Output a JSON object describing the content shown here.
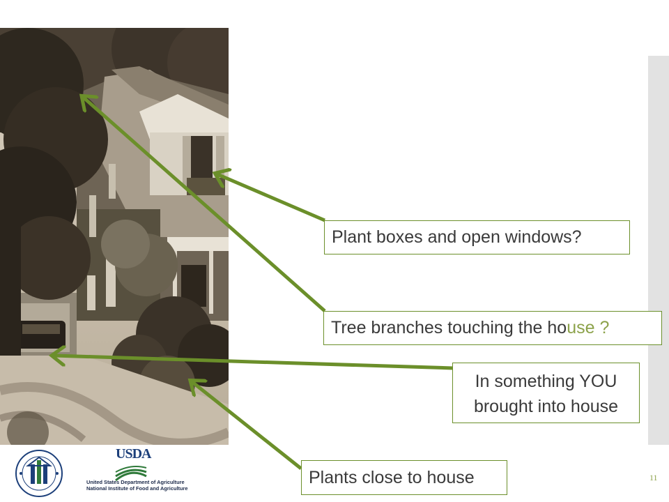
{
  "slide": {
    "page_number": "11",
    "accent_color": "#6b8f2a",
    "text_color": "#3a3a3a"
  },
  "photo": {
    "subject": "house-with-trees-and-plants"
  },
  "callouts": {
    "plant_boxes": "Plant boxes and open windows?",
    "tree_branches_main": "Tree branches touching the ho",
    "tree_branches_highlight": "use ?",
    "something_you_line1": "In something YOU",
    "something_you_line2": "brought into house",
    "plants_close": "Plants close to house"
  },
  "logos": {
    "usda_word": "USDA",
    "usda_line1": "United States Department of Agriculture",
    "usda_line2": "National Institute of Food and Agriculture",
    "hud_icon": "hud-seal-icon",
    "usda_icon": "usda-logo-icon"
  }
}
